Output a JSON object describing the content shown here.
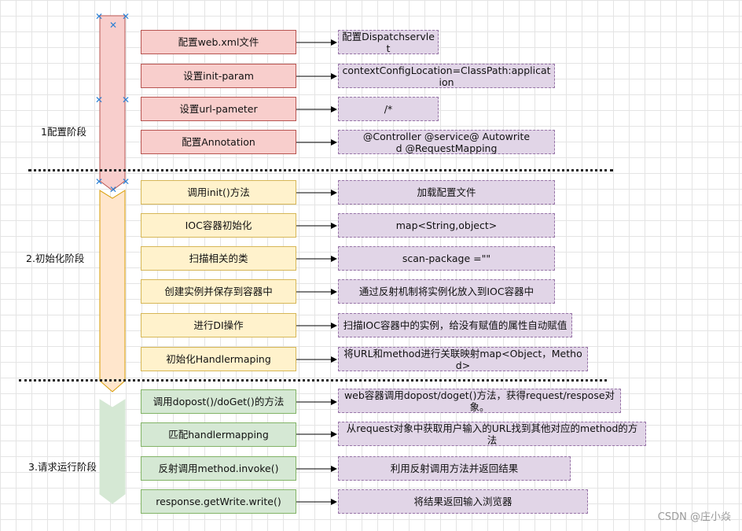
{
  "stages": [
    {
      "label": "1配置阶段",
      "color": "#f8cecc",
      "border": "#b85450",
      "rows": [
        {
          "left": "配置web.xml文件",
          "right": "配置Dispatchservlet"
        },
        {
          "left": "设置init-param",
          "right": "contextConfigLocation=ClassPath:application"
        },
        {
          "left": "设置url-pameter",
          "right": "/*"
        },
        {
          "left": "配置Annotation",
          "right": "@Controller @service@ Autowrited @RequestMapping"
        }
      ]
    },
    {
      "label": "2.初始化阶段",
      "color": "#fff2cc",
      "border": "#d6b656",
      "rows": [
        {
          "left": "调用init()方法",
          "right": "加载配置文件"
        },
        {
          "left": "IOC容器初始化",
          "right": "map<String,object>"
        },
        {
          "left": "扫描相关的类",
          "right": "scan-package =\"\""
        },
        {
          "left": "创建实例并保存到容器中",
          "right": "通过反射机制将实例化放入到IOC容器中"
        },
        {
          "left": "进行DI操作",
          "right": "扫描IOC容器中的实例，给没有赋值的属性自动赋值"
        },
        {
          "left": "初始化Handlermaping",
          "right": "将URL和method进行关联映射map<Object，Method>"
        }
      ]
    },
    {
      "label": "3.请求运行阶段",
      "color": "#d5e8d4",
      "border": "#82b366",
      "rows": [
        {
          "left": "调用dopost()/doGet()的方法",
          "right": "web容器调用dopost/doget()方法，获得request/respose对象。"
        },
        {
          "left": "匹配handlermapping",
          "right": "从request对象中获取用户输入的URL找到其他对应的method的方法"
        },
        {
          "left": "反射调用method.invoke()",
          "right": "利用反射调用方法并返回结果"
        },
        {
          "left": "response.getWrite.write()",
          "right": "将结果返回输入浏览器"
        }
      ]
    }
  ],
  "watermark": "CSDN @庄小焱"
}
